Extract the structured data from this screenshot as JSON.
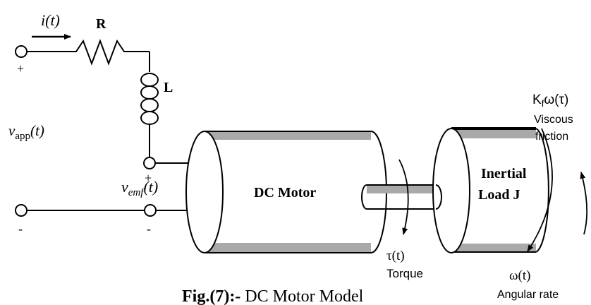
{
  "circuit": {
    "current_label": "i(t)",
    "resistor_label": "R",
    "inductor_label": "L",
    "vapp_main": "v",
    "vapp_sub": "app",
    "vapp_tail": "(t)",
    "vemf_main": "v",
    "vemf_sub": "emf",
    "vemf_tail": "(t)",
    "plus": "+",
    "minus": "-"
  },
  "mechanical": {
    "motor_label": "DC Motor",
    "load_line1": "Inertial",
    "load_line2": "Load J",
    "torque_symbol": "τ(t)",
    "torque_label": "Torque",
    "omega_symbol": "ω(t)",
    "omega_label": "Angular rate",
    "friction_k": "K",
    "friction_sub": "f",
    "friction_rest": "ω(τ)",
    "friction_line2": "Viscous",
    "friction_line3": "friction"
  },
  "caption": {
    "bold": "Fig.(7):-",
    "rest": " DC Motor Model"
  }
}
